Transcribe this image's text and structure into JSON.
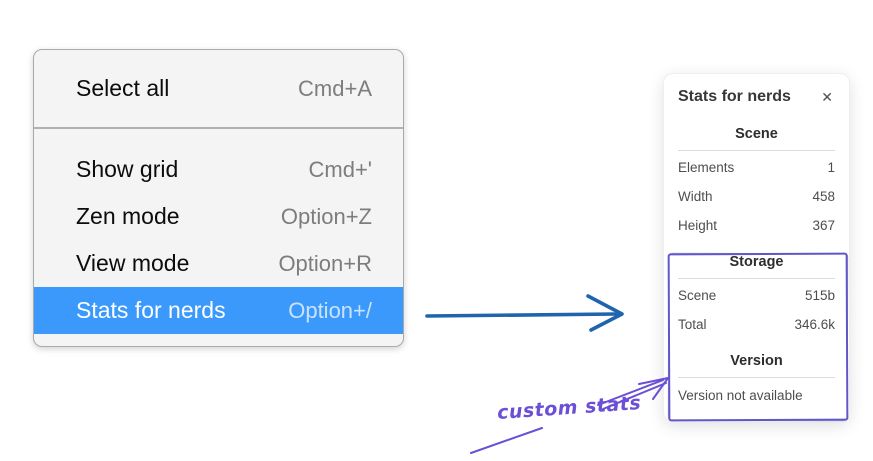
{
  "menu": {
    "items_top": [
      {
        "label": "Select all",
        "shortcut": "Cmd+A"
      }
    ],
    "items_main": [
      {
        "label": "Show grid",
        "shortcut": "Cmd+'"
      },
      {
        "label": "Zen mode",
        "shortcut": "Option+Z"
      },
      {
        "label": "View mode",
        "shortcut": "Option+R"
      },
      {
        "label": "Stats for nerds",
        "shortcut": "Option+/",
        "selected": true
      }
    ]
  },
  "stats_panel": {
    "title": "Stats for nerds",
    "close_icon": "✕",
    "sections": [
      {
        "header": "Scene",
        "rows": [
          {
            "label": "Elements",
            "value": "1"
          },
          {
            "label": "Width",
            "value": "458"
          },
          {
            "label": "Height",
            "value": "367"
          }
        ]
      },
      {
        "header": "Storage",
        "rows": [
          {
            "label": "Scene",
            "value": "515b"
          },
          {
            "label": "Total",
            "value": "346.6k"
          }
        ]
      },
      {
        "header": "Version",
        "note": "Version not available"
      }
    ]
  },
  "annotation": {
    "label": "custom stats"
  },
  "colors": {
    "highlight": "#3b99fc",
    "arrow": "#1f64ad",
    "purple": "#6b4fd6",
    "sketch": "#6257c9"
  }
}
